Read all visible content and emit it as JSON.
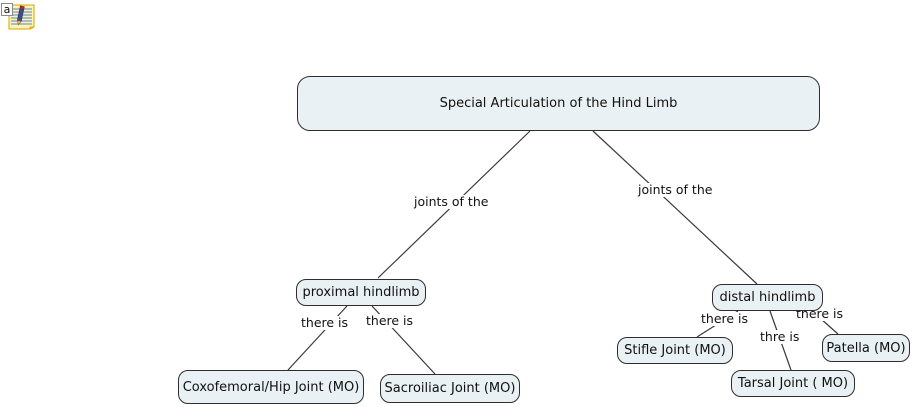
{
  "colors": {
    "node_fill": "#eaf1f4",
    "node_border": "#2e2e2e",
    "line": "#3a3a3a",
    "note_yellow": "#fdf6b3",
    "note_border": "#d9a500",
    "note_lines": "#5b7fd4"
  },
  "icon": {
    "name": "annotation-note-icon",
    "letter": "a"
  },
  "nodes": {
    "root": {
      "label": "Special Articulation of the Hind Limb"
    },
    "proximal": {
      "label": "proximal hindlimb"
    },
    "distal": {
      "label": "distal hindlimb"
    },
    "coxofemoral": {
      "label": "Coxofemoral/Hip Joint (MO)"
    },
    "sacroiliac": {
      "label": "Sacroiliac Joint (MO)"
    },
    "stifle": {
      "label": "Stifle Joint (MO)"
    },
    "tarsal": {
      "label": "Tarsal Joint ( MO)"
    },
    "patella": {
      "label": "Patella (MO)"
    }
  },
  "link_labels": {
    "joints_left": "joints of the",
    "joints_right": "joints of the",
    "there_is_prox_left": "there is",
    "there_is_prox_right": "there is",
    "there_is_dist_left": "there is",
    "thre_is_dist_mid": "thre is",
    "there_is_dist_right": "there is"
  }
}
